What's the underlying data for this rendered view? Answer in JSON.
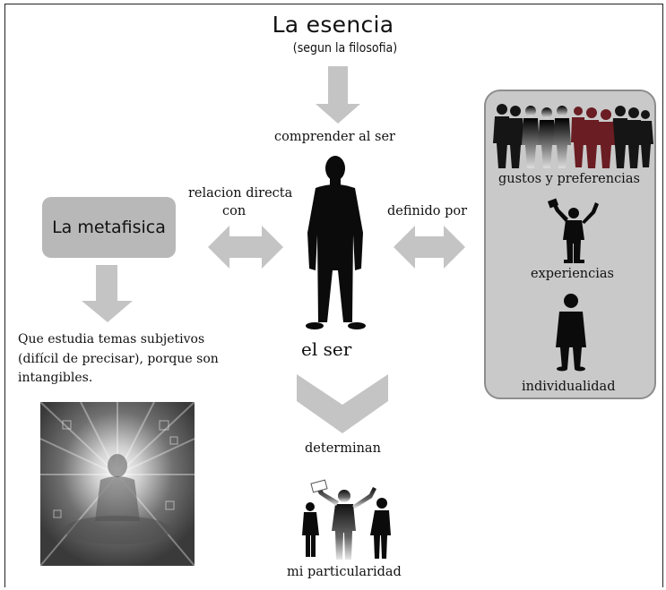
{
  "title": "La esencia",
  "subtitle": "(segun la filosofia)",
  "center": {
    "arrow_label": "comprender al ser",
    "figure_label": "el ser",
    "bottom_arrow_label": "determinan",
    "bottom_label": "mi particularidad"
  },
  "left": {
    "relation_line1": "relacion directa",
    "relation_line2": "con",
    "box_label": "La metafisica",
    "description": [
      "Que estudia temas subjetivos",
      "(difícil de precisar), porque son",
      "intangibles."
    ]
  },
  "right": {
    "relation_label": "definido por",
    "items": [
      "gustos y preferencias",
      "experiencias",
      "individualidad"
    ]
  },
  "colors": {
    "arrow_fill": "#c4c4c4",
    "box_fill": "#b8b8b8",
    "panel_fill": "#c9c9c9",
    "silhouette": "#0b0b0b",
    "maroon": "#6a1d22"
  },
  "icons": [
    "person-silhouette-icon",
    "crowd-silhouette-icon",
    "celebrating-person-icon",
    "meditation-image"
  ]
}
